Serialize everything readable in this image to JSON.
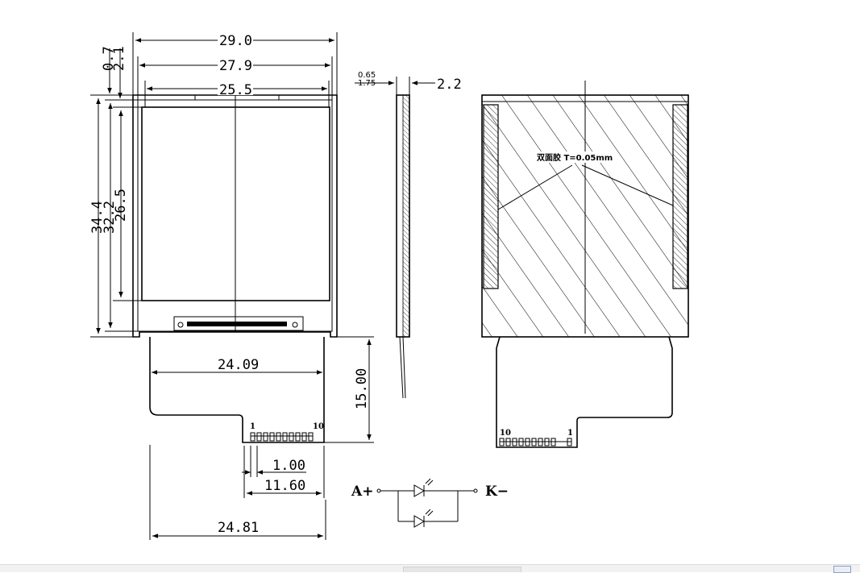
{
  "front_view": {
    "width_outer": "29.0",
    "width_mid": "27.9",
    "width_view": "25.5",
    "top_offset_1": "0.7",
    "top_offset_2": "2.1",
    "height_outer": "34.4",
    "height_mid": "32.2",
    "height_view": "26.5",
    "fpc_width": "24.09",
    "fpc_length": "15.00",
    "pin_first": "1",
    "pin_last": "10",
    "pin_pitch": "1.00",
    "pin_span": "11.60",
    "fpc_total_width": "24.81"
  },
  "side_view": {
    "dim_a": "0.65",
    "dim_b": "1.75",
    "thickness": "2.2"
  },
  "back_view": {
    "tape_note": "双面胶 T=0.05mm",
    "pin_first": "10",
    "pin_last": "1"
  },
  "circuit": {
    "anode": "A+",
    "cathode": "K−"
  }
}
